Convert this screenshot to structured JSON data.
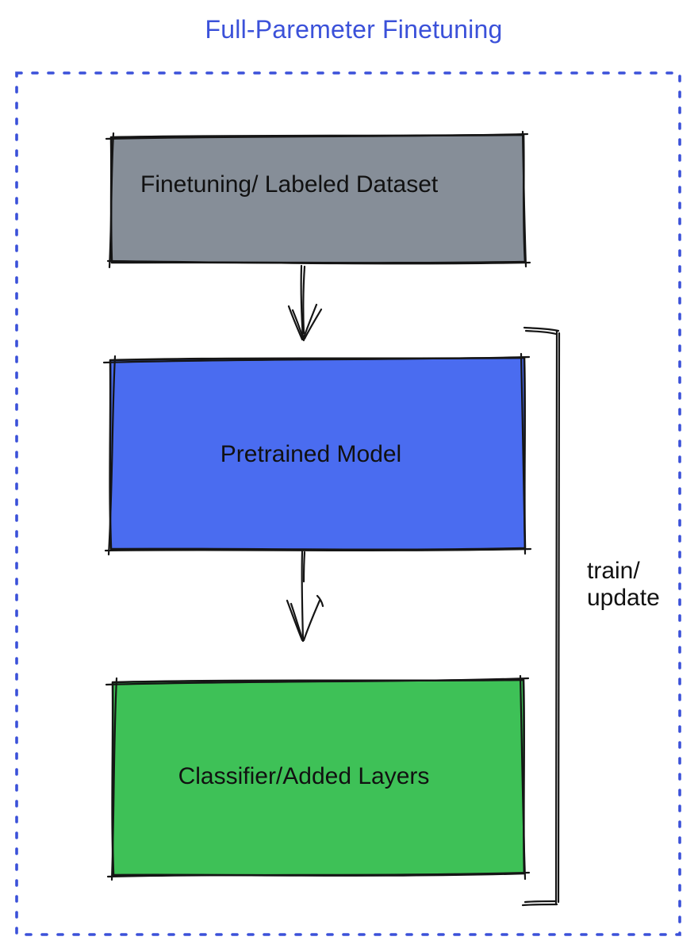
{
  "title": "Full-Paremeter Finetuning",
  "diagram": {
    "boxes": [
      {
        "id": "dataset",
        "label": "Finetuning/ Labeled Dataset",
        "fill": "#868e98"
      },
      {
        "id": "pretrained",
        "label": "Pretrained Model",
        "fill": "#4a6cf0"
      },
      {
        "id": "classifier",
        "label": "Classifier/Added Layers",
        "fill": "#3ec157"
      }
    ],
    "arrows": [
      {
        "from": "dataset",
        "to": "pretrained"
      },
      {
        "from": "pretrained",
        "to": "classifier"
      }
    ],
    "bracket_label": {
      "line1": "train/",
      "line2": "update"
    }
  },
  "colors": {
    "accent_blue": "#3b51d9",
    "box_gray": "#868e98",
    "box_blue": "#4a6cf0",
    "box_green": "#3ec157",
    "stroke": "#151515",
    "text": "#111111",
    "background": "#ffffff"
  }
}
